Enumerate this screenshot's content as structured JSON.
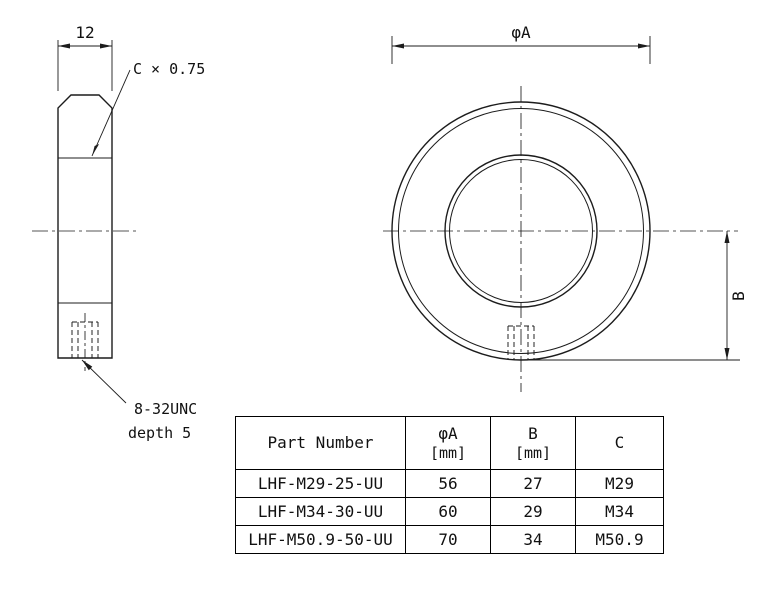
{
  "drawing": {
    "side_view": {
      "width_dimension": "12",
      "chamfer_callout": "C × 0.75",
      "thread_callout_line1": "8-32UNC",
      "thread_callout_line2": "depth 5"
    },
    "front_view": {
      "diameter_dimension": "φA",
      "height_dimension": "B"
    }
  },
  "table": {
    "headers": {
      "part_number": "Part Number",
      "dia_a": "φA",
      "dia_a_unit": "[mm]",
      "b": "B",
      "b_unit": "[mm]",
      "c": "C"
    },
    "rows": [
      {
        "part_number": "LHF-M29-25-UU",
        "dia_a": "56",
        "b": "27",
        "c": "M29"
      },
      {
        "part_number": "LHF-M34-30-UU",
        "dia_a": "60",
        "b": "29",
        "c": "M34"
      },
      {
        "part_number": "LHF-M50.9-50-UU",
        "dia_a": "70",
        "b": "34",
        "c": "M50.9"
      }
    ]
  }
}
